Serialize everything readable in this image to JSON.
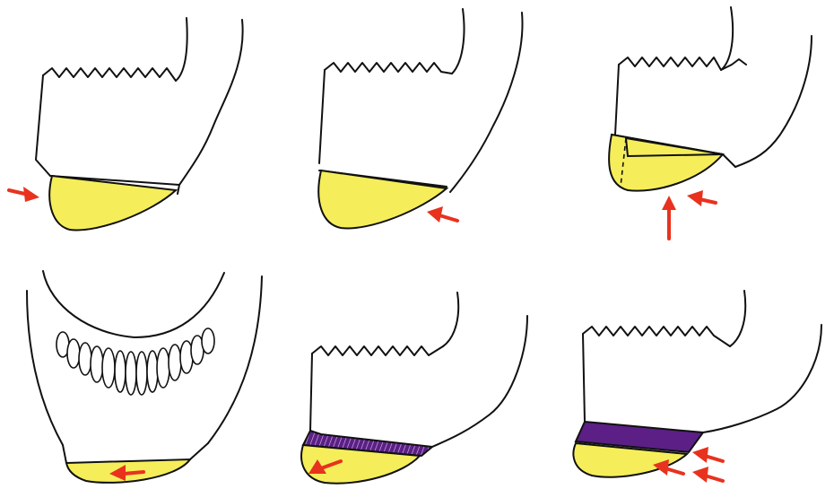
{
  "colors": {
    "bone_outline": "#111111",
    "genial_segment": "#f5ee5a",
    "interposed_graft": "#5b1f86",
    "arrow": "#e8321e"
  },
  "panels": [
    {
      "id": "p1",
      "view": "lateral",
      "segment": "yellow",
      "arrows": [
        "red-arrow-horizontal"
      ]
    },
    {
      "id": "p2",
      "view": "lateral",
      "segment": "yellow",
      "arrows": [
        "red-arrow-diagonal"
      ]
    },
    {
      "id": "p3",
      "view": "lateral",
      "segment": "yellow-split",
      "arrows": [
        "red-arrow-diagonal",
        "red-arrow-vertical"
      ]
    },
    {
      "id": "p4",
      "view": "frontal",
      "segment": "yellow",
      "arrows": [
        "red-arrow-horizontal"
      ]
    },
    {
      "id": "p5",
      "view": "lateral",
      "segment": "yellow-with-hatched-graft",
      "arrows": [
        "red-arrow-diagonal"
      ]
    },
    {
      "id": "p6",
      "view": "lateral",
      "segment": "yellow-with-solid-graft",
      "arrows": [
        "red-arrow-diagonal",
        "red-arrow-diagonal",
        "red-arrow-diagonal"
      ]
    }
  ]
}
